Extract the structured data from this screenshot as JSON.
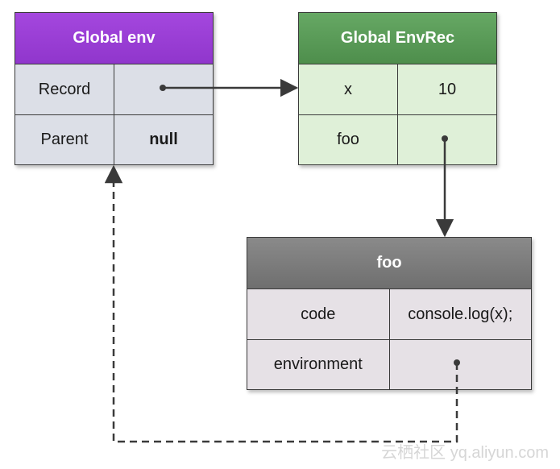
{
  "global_env": {
    "title": "Global env",
    "rows": [
      {
        "key": "Record",
        "value": ""
      },
      {
        "key": "Parent",
        "value": "null"
      }
    ]
  },
  "global_envrec": {
    "title": "Global EnvRec",
    "rows": [
      {
        "key": "x",
        "value": "10"
      },
      {
        "key": "foo",
        "value": ""
      }
    ]
  },
  "foo": {
    "title": "foo",
    "rows": [
      {
        "key": "code",
        "value": "console.log(x);"
      },
      {
        "key": "environment",
        "value": ""
      }
    ]
  },
  "watermark": "云栖社区 yq.aliyun.com",
  "colors": {
    "global_env_header": "#9a3fd6",
    "global_envrec_header": "#5a9b58",
    "foo_header": "#7d7d7d",
    "arrow": "#3a3a3a"
  }
}
